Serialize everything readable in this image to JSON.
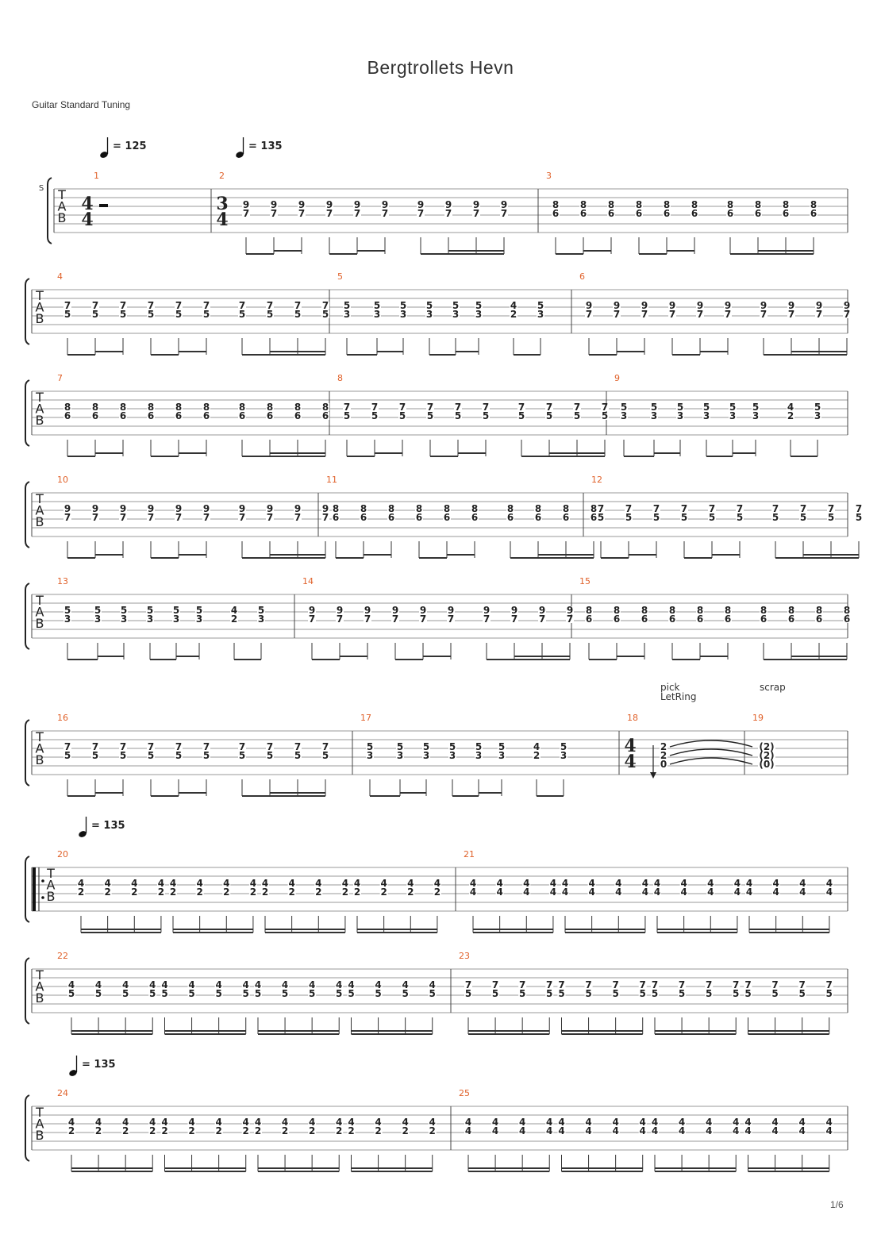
{
  "title": "Bergtrollets  Hevn",
  "tuning": "Guitar Standard Tuning",
  "page_number": "1/6",
  "colors": {
    "measure_number": "#e0612a",
    "staff_line": "#9a9a9a",
    "ink": "#222222"
  },
  "tab_clef": [
    "T",
    "A",
    "B"
  ],
  "staff_marker": "S",
  "tempos": [
    {
      "measure": 1,
      "label": "= 125"
    },
    {
      "measure": 2,
      "label": "= 135"
    },
    {
      "measure": 20,
      "label": "= 135"
    },
    {
      "measure": 24,
      "label": "= 135"
    }
  ],
  "time_signatures": [
    {
      "measure": 1,
      "top": "4",
      "bottom": "4"
    },
    {
      "measure": 2,
      "top": "3",
      "bottom": "4"
    },
    {
      "measure": 18,
      "top": "4",
      "bottom": "4"
    }
  ],
  "annotations": [
    {
      "measure": 18,
      "lines": [
        "pick",
        "LetRing"
      ]
    },
    {
      "measure": 19,
      "lines": [
        "scrap"
      ]
    }
  ],
  "rows": [
    {
      "measures": [
        1,
        2,
        3
      ]
    },
    {
      "measures": [
        4,
        5,
        6
      ]
    },
    {
      "measures": [
        7,
        8,
        9
      ]
    },
    {
      "measures": [
        10,
        11,
        12
      ]
    },
    {
      "measures": [
        13,
        14,
        15
      ]
    },
    {
      "measures": [
        16,
        17,
        18,
        19
      ]
    },
    {
      "measures": [
        20,
        21
      ],
      "repeat_start": true
    },
    {
      "measures": [
        22,
        23
      ]
    },
    {
      "measures": [
        24,
        25
      ]
    }
  ],
  "measures": [
    {
      "number": "1",
      "rest": "half-rest"
    },
    {
      "number": "2",
      "pattern": "A",
      "top": "9",
      "bottom": "7"
    },
    {
      "number": "3",
      "pattern": "A",
      "top": "8",
      "bottom": "6"
    },
    {
      "number": "4",
      "pattern": "A",
      "top": "7",
      "bottom": "5"
    },
    {
      "number": "5",
      "pattern": "B",
      "top": "5",
      "bottom": "3",
      "alt_top": "4",
      "alt_bottom": "2"
    },
    {
      "number": "6",
      "pattern": "A",
      "top": "9",
      "bottom": "7"
    },
    {
      "number": "7",
      "pattern": "A",
      "top": "8",
      "bottom": "6"
    },
    {
      "number": "8",
      "pattern": "A",
      "top": "7",
      "bottom": "5"
    },
    {
      "number": "9",
      "pattern": "B",
      "top": "5",
      "bottom": "3",
      "alt_top": "4",
      "alt_bottom": "2"
    },
    {
      "number": "10",
      "pattern": "A",
      "top": "9",
      "bottom": "7"
    },
    {
      "number": "11",
      "pattern": "A",
      "top": "8",
      "bottom": "6"
    },
    {
      "number": "12",
      "pattern": "A",
      "top": "7",
      "bottom": "5"
    },
    {
      "number": "13",
      "pattern": "B",
      "top": "5",
      "bottom": "3",
      "alt_top": "4",
      "alt_bottom": "2"
    },
    {
      "number": "14",
      "pattern": "A",
      "top": "9",
      "bottom": "7"
    },
    {
      "number": "15",
      "pattern": "A",
      "top": "8",
      "bottom": "6"
    },
    {
      "number": "16",
      "pattern": "A",
      "top": "7",
      "bottom": "5"
    },
    {
      "number": "17",
      "pattern": "B",
      "top": "5",
      "bottom": "3",
      "alt_top": "4",
      "alt_bottom": "2"
    },
    {
      "number": "18",
      "chord": [
        "2",
        "2",
        "0"
      ]
    },
    {
      "number": "19",
      "tied_chord": [
        "(2)",
        "(2)",
        "(0)"
      ]
    },
    {
      "number": "20",
      "pattern": "S",
      "top": "4",
      "bottom": "2"
    },
    {
      "number": "21",
      "pattern": "S",
      "top": "4",
      "bottom": "4"
    },
    {
      "number": "22",
      "pattern": "S",
      "top": "4",
      "bottom": "5"
    },
    {
      "number": "23",
      "pattern": "S",
      "top": "7",
      "bottom": "5"
    },
    {
      "number": "24",
      "pattern": "S",
      "top": "4",
      "bottom": "2"
    },
    {
      "number": "25",
      "pattern": "S",
      "top": "4",
      "bottom": "4"
    }
  ]
}
